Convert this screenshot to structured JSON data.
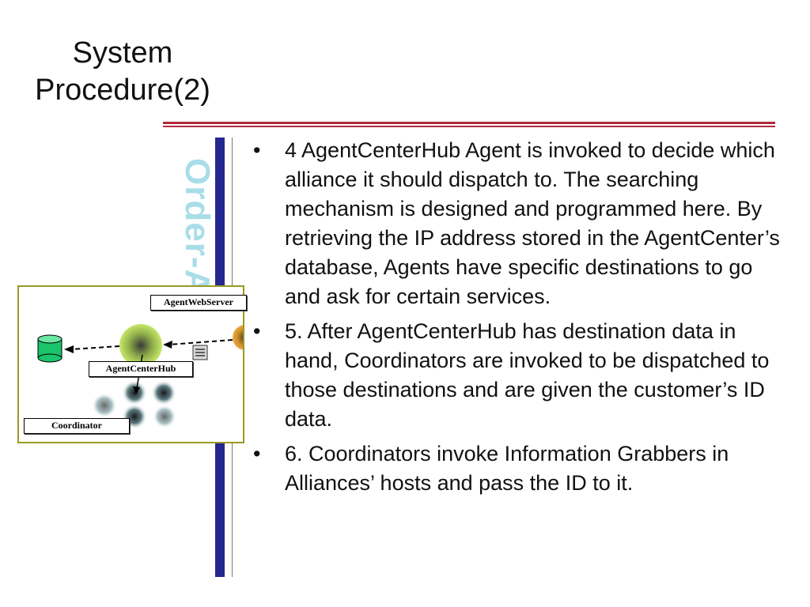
{
  "slide": {
    "title": "System Procedure(2)",
    "vertical_label": "Order-Agent"
  },
  "diagram": {
    "labels": {
      "web_server": "AgentWebServer",
      "hub": "AgentCenterHub",
      "coordinator": "Coordinator"
    }
  },
  "bullets": [
    {
      "text": "4 AgentCenterHub Agent is invoked to decide which alliance it should dispatch to. The searching mechanism is designed and programmed here. By retrieving the IP address stored in the AgentCenter’s database, Agents have specific destinations to go and ask for certain services."
    },
    {
      "text": "5. After AgentCenterHub has destination data in hand, Coordinators are invoked to be dispatched to those destinations and are given the customer’s ID data."
    },
    {
      "text": "6. Coordinators invoke Information Grabbers in Alliances’ hosts and pass the ID to it."
    }
  ],
  "colors": {
    "title_rule": "#b22a3c",
    "side_bar": "#24278f",
    "vertical_label": "#a9dde8",
    "diagram_border": "#9a9a24"
  }
}
